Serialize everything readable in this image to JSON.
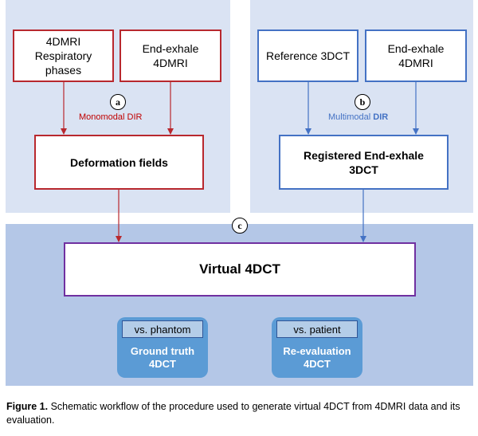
{
  "panels": {
    "a": {
      "top_left_box": "4DMRI\nRespiratory\nphases",
      "top_right_box": "End-exhale\n4DMRI",
      "marker": "a",
      "dir_label": "Monomodal DIR",
      "result_box": "Deformation fields"
    },
    "b": {
      "top_left_box": "Reference 3DCT",
      "top_right_box": "End-exhale\n4DMRI",
      "marker": "b",
      "dir_label_prefix": "Multimodal",
      "dir_label_bold": "DIR",
      "result_box": "Registered End-exhale\n3DCT"
    },
    "c": {
      "marker": "c",
      "main_box": "Virtual 4DCT",
      "eval_left": {
        "top": "vs. phantom",
        "bottom": "Ground truth\n4DCT"
      },
      "eval_right": {
        "top": "vs. patient",
        "bottom": "Re-evaluation\n4DCT"
      }
    }
  },
  "colors": {
    "panel_top": "#dae3f3",
    "panel_bottom": "#b4c7e7",
    "red": "#b8282e",
    "blue": "#4472c4",
    "purple": "#7030a0",
    "eval_blue": "#5b9bd5"
  },
  "caption": {
    "label": "Figure 1.",
    "text": " Schematic workflow of the procedure used to generate virtual 4DCT from 4DMRI data and its evaluation."
  }
}
